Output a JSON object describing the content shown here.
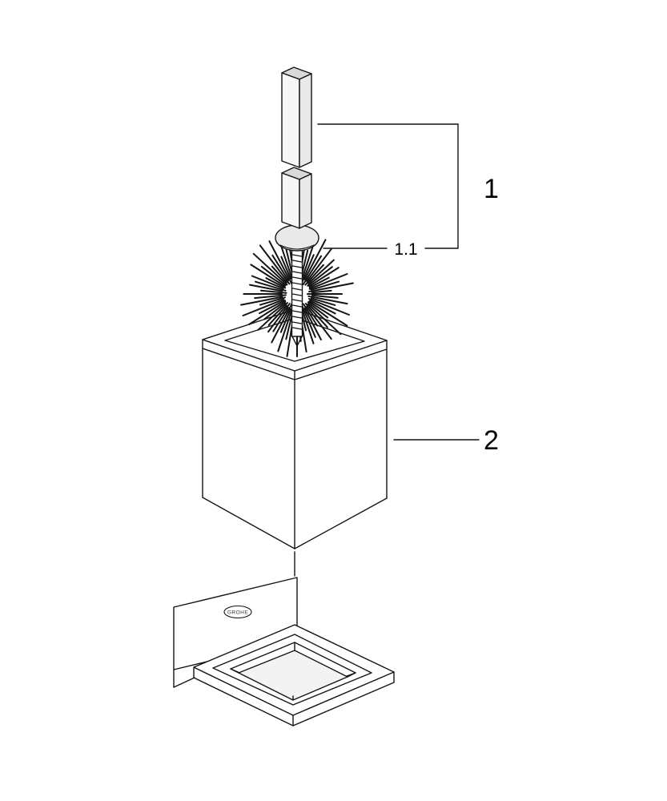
{
  "page": {
    "background": "#ffffff",
    "line_color": "#141414"
  },
  "labels": {
    "part_1": "1",
    "part_1_1": "1.1",
    "part_2": "2"
  },
  "logo_text": "GROHE"
}
